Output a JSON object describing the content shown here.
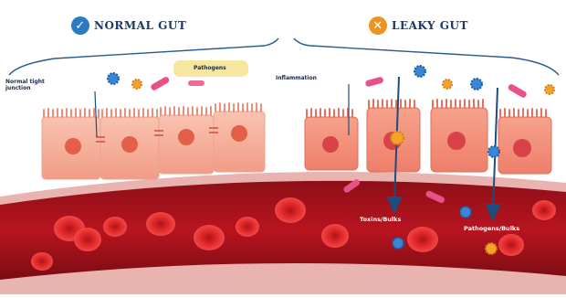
{
  "normal_gut": {
    "title": "NORMAL GUT",
    "icon": "checkmark-icon",
    "badge_color": "#2a7bc4",
    "labels": {
      "tight_junction": "Normal tight junction",
      "pathogen": "Pathogens"
    }
  },
  "leaky_gut": {
    "title": "LEAKY GUT",
    "icon": "x-icon",
    "badge_color": "#f0921e",
    "labels": {
      "inflammation": "Inflammation",
      "toxins": "Toxins/Bulks",
      "pathogens": "Pathogens/Bulks"
    }
  },
  "colors": {
    "title": "#1a3a6e",
    "cell_fill": "#f7b7a3",
    "cell_nucleus": "#e35f48",
    "blood_vessel": "#b8141f",
    "blood_cell": "#e02a2a",
    "pathogen_blue": "#3a86d6",
    "pathogen_orange": "#f4a22b",
    "bacteria_pink": "#e8508a",
    "pill_bg": "#f6e6a0"
  }
}
